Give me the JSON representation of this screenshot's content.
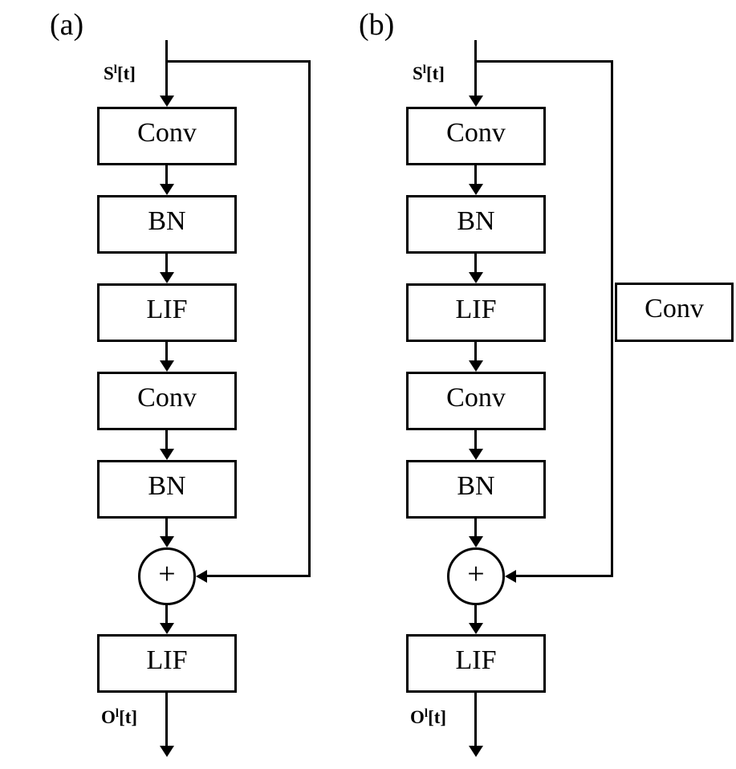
{
  "colors": {
    "ink": "#000000",
    "background": "#ffffff"
  },
  "panels": [
    {
      "tag": "(a)",
      "input": {
        "base": "S",
        "sup": "l",
        "rest": "[t]"
      },
      "blocks": [
        "Conv",
        "BN",
        "LIF",
        "Conv",
        "BN"
      ],
      "adder_symbol": "+",
      "post_block": "LIF",
      "output": {
        "base": "O",
        "sup": "l",
        "rest": "[t]"
      }
    },
    {
      "tag": "(b)",
      "input": {
        "base": "S",
        "sup": "l",
        "rest": "[t]"
      },
      "blocks": [
        "Conv",
        "BN",
        "LIF",
        "Conv",
        "BN"
      ],
      "shortcut_block": "Conv",
      "adder_symbol": "+",
      "post_block": "LIF",
      "output": {
        "base": "O",
        "sup": "l",
        "rest": "[t]"
      }
    }
  ]
}
